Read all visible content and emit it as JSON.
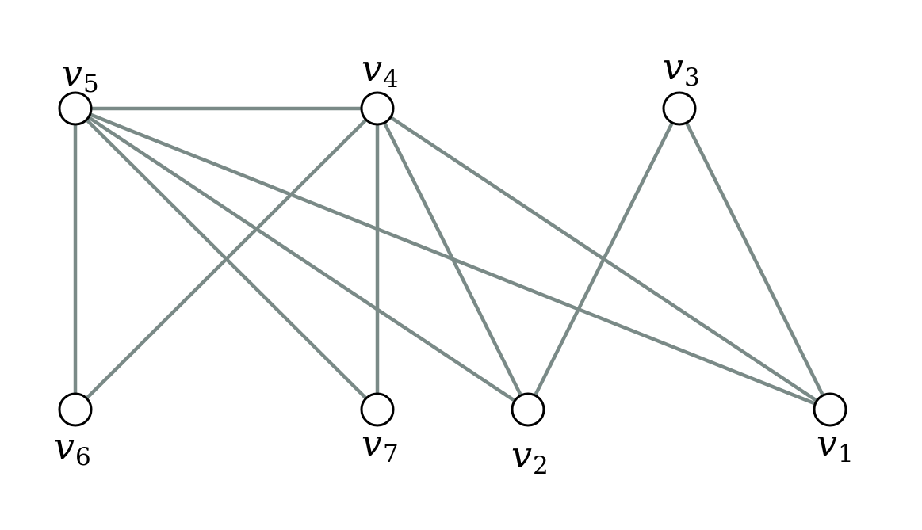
{
  "colors": {
    "edge": "#7a8a87",
    "node_stroke": "#000000",
    "node_fill": "#ffffff",
    "background": "#ffffff"
  },
  "nodes": [
    {
      "id": "v5",
      "letter": "v",
      "index": "5"
    },
    {
      "id": "v4",
      "letter": "v",
      "index": "4"
    },
    {
      "id": "v3",
      "letter": "v",
      "index": "3"
    },
    {
      "id": "v6",
      "letter": "v",
      "index": "6"
    },
    {
      "id": "v7",
      "letter": "v",
      "index": "7"
    },
    {
      "id": "v2",
      "letter": "v",
      "index": "2"
    },
    {
      "id": "v1",
      "letter": "v",
      "index": "1"
    }
  ],
  "edges": [
    [
      "v5",
      "v4"
    ],
    [
      "v5",
      "v6"
    ],
    [
      "v5",
      "v7"
    ],
    [
      "v5",
      "v2"
    ],
    [
      "v5",
      "v1"
    ],
    [
      "v4",
      "v6"
    ],
    [
      "v4",
      "v7"
    ],
    [
      "v4",
      "v2"
    ],
    [
      "v4",
      "v1"
    ],
    [
      "v3",
      "v2"
    ],
    [
      "v3",
      "v1"
    ]
  ]
}
